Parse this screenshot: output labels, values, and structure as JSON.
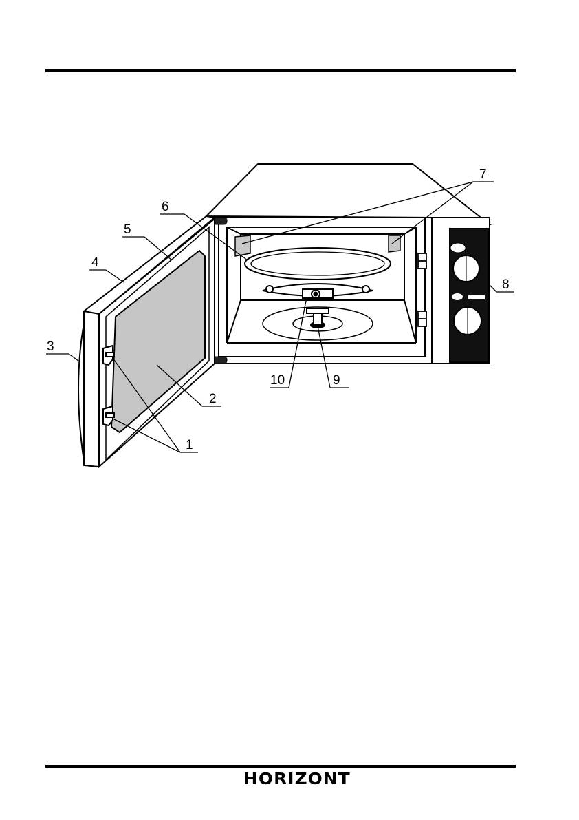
{
  "diagram": {
    "callouts": {
      "c1": "1",
      "c2": "2",
      "c3": "3",
      "c4": "4",
      "c5": "5",
      "c6": "6",
      "c7": "7",
      "c8": "8",
      "c9": "9",
      "c10": "10"
    }
  },
  "footer": {
    "brand": "HORIZONT"
  }
}
